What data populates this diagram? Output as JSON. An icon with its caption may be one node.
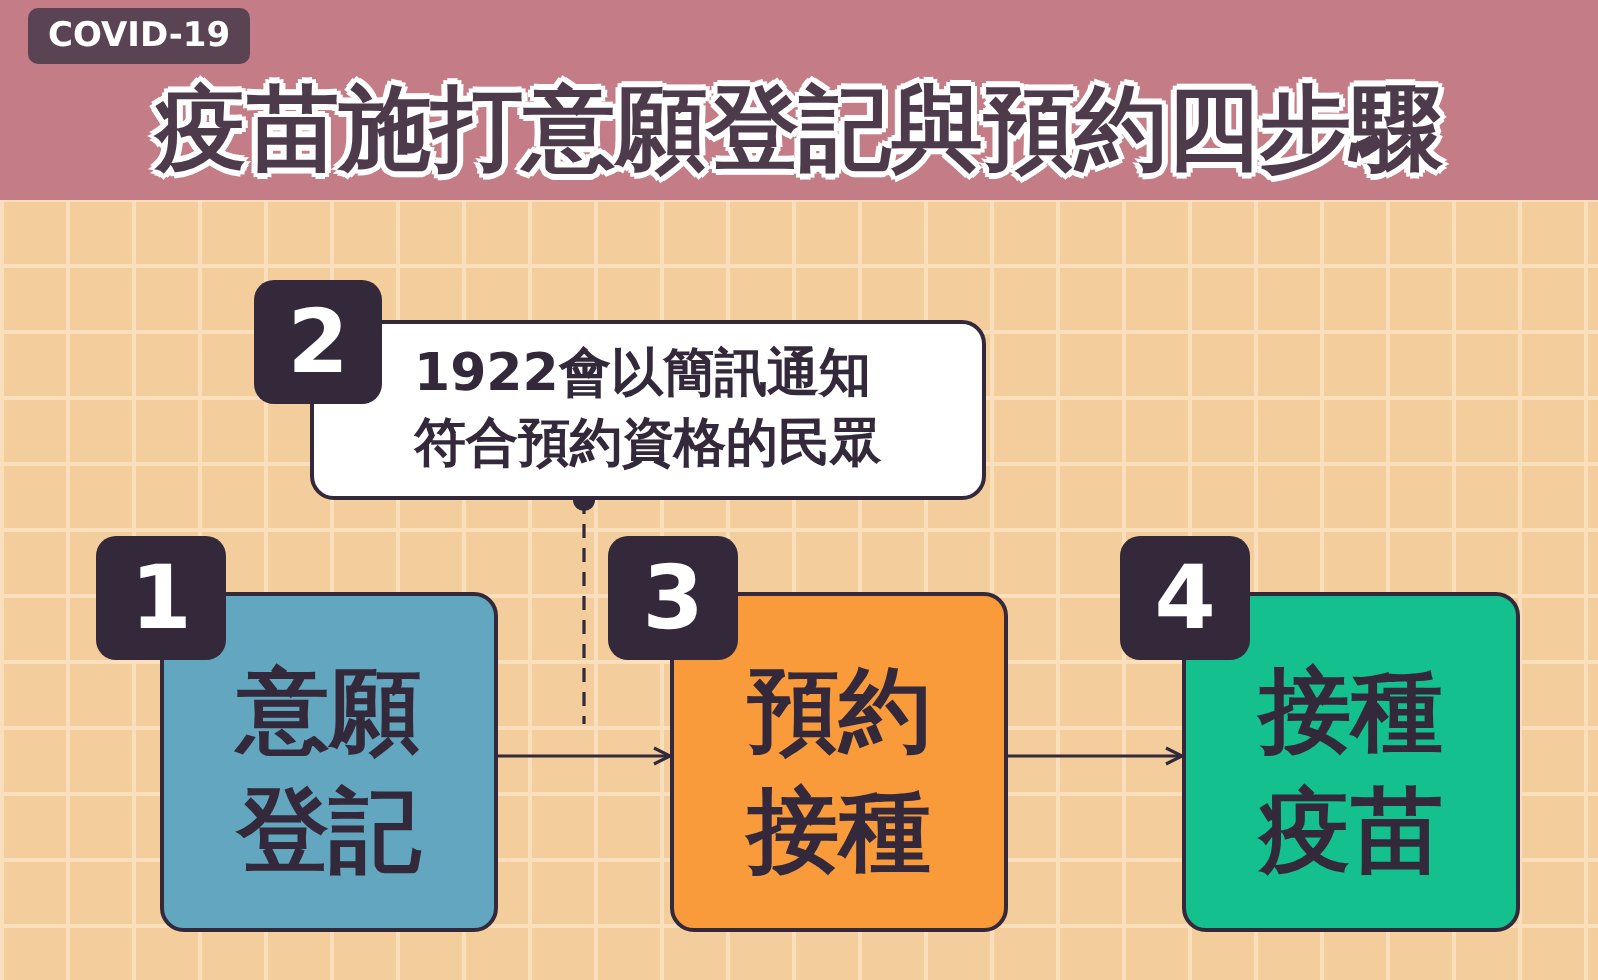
{
  "diagram": {
    "title": "疫苗施打意願登記與預約四步驟",
    "nodes": [
      {
        "text": [
          "2"
        ]
      },
      {
        "text": [
          "1922會以簡訊通知符合預約資格的民眾"
        ]
      },
      {
        "text": [
          "1"
        ]
      },
      {
        "text": [
          "意願登記"
        ]
      },
      {
        "text": [
          "3"
        ]
      },
      {
        "text": [
          "預約接種"
        ]
      },
      {
        "text": [
          "4"
        ]
      },
      {
        "text": [
          "接種疫苗"
        ]
      }
    ],
    "edges": [
      {
        "from": 3,
        "to": 5,
        "arrow": "to"
      },
      {
        "from": 5,
        "to": 7,
        "arrow": "to"
      },
      {
        "from": 1,
        "to": null,
        "arrow": "other",
        "style": "dashed"
      }
    ],
    "labels": [
      "COVID-19"
    ]
  }
}
